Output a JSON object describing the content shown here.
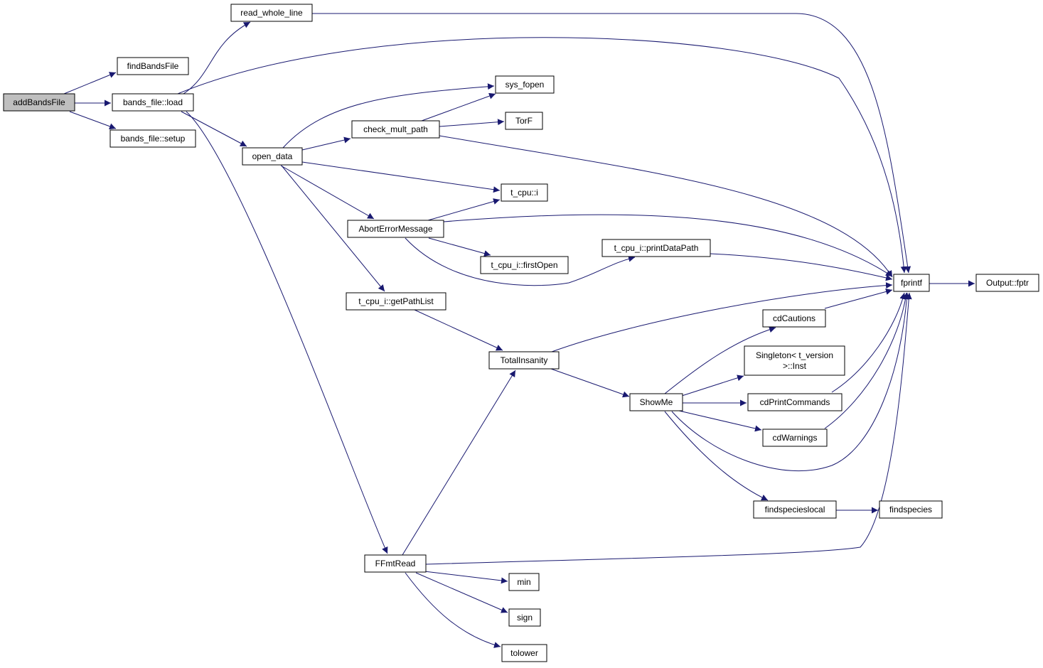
{
  "diagram": {
    "type": "call-graph",
    "colors": {
      "edge": "#191970",
      "root_fill": "#bfbfbf",
      "node_fill": "#ffffff",
      "node_border": "#000000"
    },
    "nodes": [
      {
        "id": "addBandsFile",
        "lines": [
          "addBandsFile"
        ],
        "root": true
      },
      {
        "id": "findBandsFile",
        "lines": [
          "findBandsFile"
        ]
      },
      {
        "id": "bands_load",
        "lines": [
          "bands_file::load"
        ]
      },
      {
        "id": "bands_setup",
        "lines": [
          "bands_file::setup"
        ]
      },
      {
        "id": "read_whole_line",
        "lines": [
          "read_whole_line"
        ]
      },
      {
        "id": "open_data",
        "lines": [
          "open_data"
        ]
      },
      {
        "id": "sys_fopen",
        "lines": [
          "sys_fopen"
        ]
      },
      {
        "id": "check_mult_path",
        "lines": [
          "check_mult_path"
        ]
      },
      {
        "id": "TorF",
        "lines": [
          "TorF"
        ]
      },
      {
        "id": "t_cpu_i",
        "lines": [
          "t_cpu::i"
        ]
      },
      {
        "id": "AbortErrorMessage",
        "lines": [
          "AbortErrorMessage"
        ]
      },
      {
        "id": "printDataPath",
        "lines": [
          "t_cpu_i::printDataPath"
        ]
      },
      {
        "id": "firstOpen",
        "lines": [
          "t_cpu_i::firstOpen"
        ]
      },
      {
        "id": "getPathList",
        "lines": [
          "t_cpu_i::getPathList"
        ]
      },
      {
        "id": "TotalInsanity",
        "lines": [
          "TotalInsanity"
        ]
      },
      {
        "id": "fprintf",
        "lines": [
          "fprintf"
        ]
      },
      {
        "id": "Output_fptr",
        "lines": [
          "Output::fptr"
        ]
      },
      {
        "id": "cdCautions",
        "lines": [
          "cdCautions"
        ]
      },
      {
        "id": "Singleton",
        "lines": [
          "Singleton< t_version",
          ">::Inst"
        ]
      },
      {
        "id": "ShowMe",
        "lines": [
          "ShowMe"
        ]
      },
      {
        "id": "cdPrintCommands",
        "lines": [
          "cdPrintCommands"
        ]
      },
      {
        "id": "cdWarnings",
        "lines": [
          "cdWarnings"
        ]
      },
      {
        "id": "findspecieslocal",
        "lines": [
          "findspecieslocal"
        ]
      },
      {
        "id": "findspecies",
        "lines": [
          "findspecies"
        ]
      },
      {
        "id": "FFmtRead",
        "lines": [
          "FFmtRead"
        ]
      },
      {
        "id": "min",
        "lines": [
          "min"
        ]
      },
      {
        "id": "sign",
        "lines": [
          "sign"
        ]
      },
      {
        "id": "tolower",
        "lines": [
          "tolower"
        ]
      }
    ],
    "edges": [
      {
        "from": "addBandsFile",
        "to": "findBandsFile"
      },
      {
        "from": "addBandsFile",
        "to": "bands_load"
      },
      {
        "from": "addBandsFile",
        "to": "bands_setup"
      },
      {
        "from": "bands_load",
        "to": "read_whole_line"
      },
      {
        "from": "bands_load",
        "to": "fprintf"
      },
      {
        "from": "bands_load",
        "to": "open_data"
      },
      {
        "from": "bands_load",
        "to": "FFmtRead"
      },
      {
        "from": "read_whole_line",
        "to": "fprintf"
      },
      {
        "from": "open_data",
        "to": "sys_fopen"
      },
      {
        "from": "open_data",
        "to": "check_mult_path"
      },
      {
        "from": "open_data",
        "to": "t_cpu_i"
      },
      {
        "from": "open_data",
        "to": "AbortErrorMessage"
      },
      {
        "from": "open_data",
        "to": "getPathList"
      },
      {
        "from": "check_mult_path",
        "to": "sys_fopen"
      },
      {
        "from": "check_mult_path",
        "to": "TorF"
      },
      {
        "from": "check_mult_path",
        "to": "fprintf"
      },
      {
        "from": "AbortErrorMessage",
        "to": "t_cpu_i"
      },
      {
        "from": "AbortErrorMessage",
        "to": "fprintf"
      },
      {
        "from": "AbortErrorMessage",
        "to": "firstOpen"
      },
      {
        "from": "AbortErrorMessage",
        "to": "printDataPath"
      },
      {
        "from": "printDataPath",
        "to": "fprintf"
      },
      {
        "from": "getPathList",
        "to": "TotalInsanity"
      },
      {
        "from": "TotalInsanity",
        "to": "fprintf"
      },
      {
        "from": "TotalInsanity",
        "to": "ShowMe"
      },
      {
        "from": "ShowMe",
        "to": "cdCautions"
      },
      {
        "from": "ShowMe",
        "to": "Singleton"
      },
      {
        "from": "ShowMe",
        "to": "cdPrintCommands"
      },
      {
        "from": "ShowMe",
        "to": "cdWarnings"
      },
      {
        "from": "ShowMe",
        "to": "fprintf"
      },
      {
        "from": "ShowMe",
        "to": "findspecieslocal"
      },
      {
        "from": "cdCautions",
        "to": "fprintf"
      },
      {
        "from": "cdPrintCommands",
        "to": "fprintf"
      },
      {
        "from": "cdWarnings",
        "to": "fprintf"
      },
      {
        "from": "findspecieslocal",
        "to": "findspecies"
      },
      {
        "from": "fprintf",
        "to": "Output_fptr"
      },
      {
        "from": "FFmtRead",
        "to": "TotalInsanity"
      },
      {
        "from": "FFmtRead",
        "to": "fprintf"
      },
      {
        "from": "FFmtRead",
        "to": "min"
      },
      {
        "from": "FFmtRead",
        "to": "sign"
      },
      {
        "from": "FFmtRead",
        "to": "tolower"
      }
    ]
  }
}
